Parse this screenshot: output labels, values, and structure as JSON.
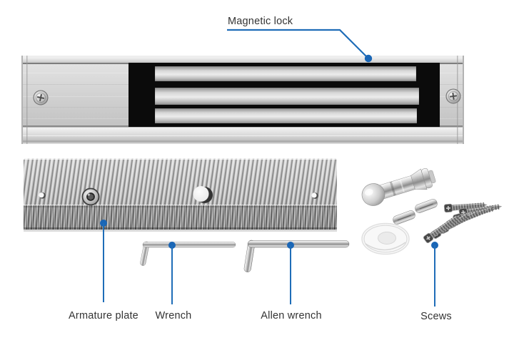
{
  "figure": {
    "description": "Magnetic lock kit parts diagram",
    "background": "#ffffff"
  },
  "accent": {
    "callout": "#1f6db8",
    "dot": "#1a66b6",
    "label_color": "#333333"
  },
  "labels": {
    "magnetic_lock": "Magnetic lock",
    "armature_plate": "Armature plate",
    "wrench": "Wrench",
    "allen_wrench": "Allen wrench",
    "screws": "Scews"
  }
}
